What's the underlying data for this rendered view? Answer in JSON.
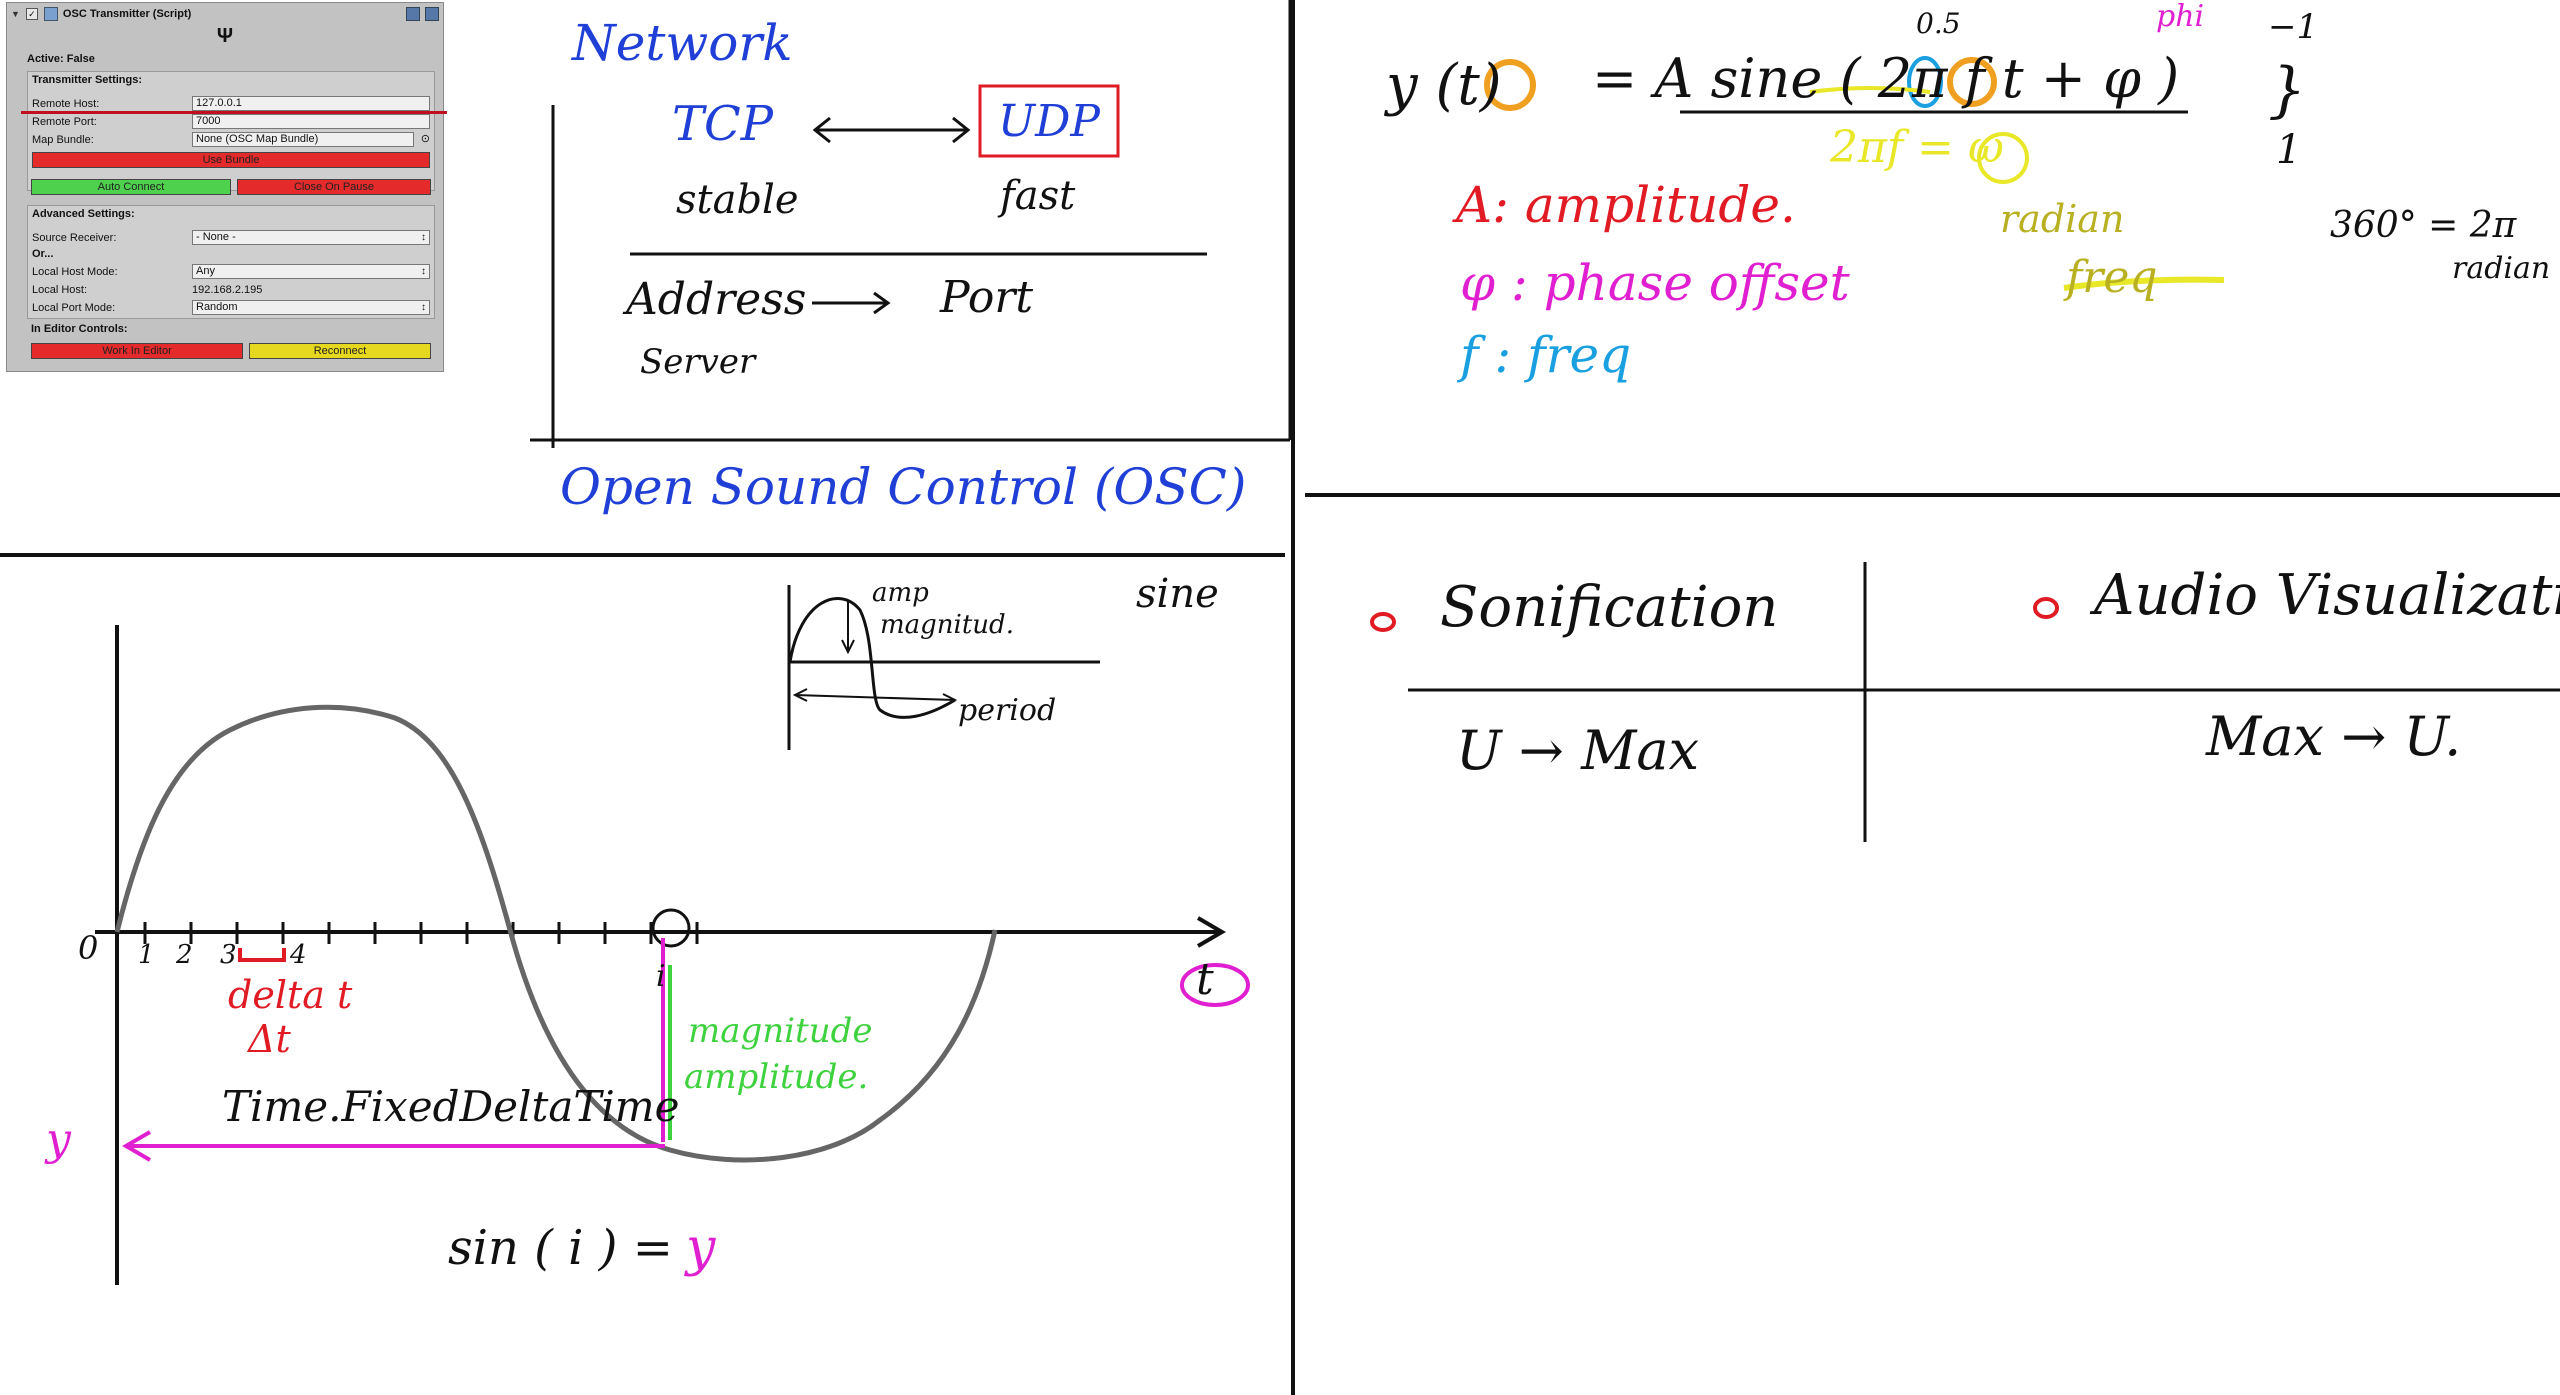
{
  "inspector": {
    "title": "OSC Transmitter (Script)",
    "active": "Active: False",
    "transmitter_settings": "Transmitter Settings:",
    "remote_host_label": "Remote Host:",
    "remote_host_value": "127.0.0.1",
    "remote_port_label": "Remote Port:",
    "remote_port_value": "7000",
    "map_bundle_label": "Map Bundle:",
    "map_bundle_value": "None (OSC Map Bundle)",
    "use_bundle": "Use Bundle",
    "auto_connect": "Auto Connect",
    "close_on_pause": "Close On Pause",
    "advanced_settings": "Advanced Settings:",
    "source_receiver_label": "Source Receiver:",
    "source_receiver_value": "- None -",
    "or_label": "Or...",
    "local_host_mode_label": "Local Host Mode:",
    "local_host_mode_value": "Any",
    "local_host_label": "Local Host:",
    "local_host_value": "192.168.2.195",
    "local_port_mode_label": "Local Port Mode:",
    "local_port_mode_value": "Random",
    "in_editor_controls": "In Editor Controls:",
    "work_in_editor": "Work In Editor",
    "reconnect": "Reconnect"
  },
  "network": {
    "title": "Network",
    "tcp": "TCP",
    "udp": "UDP",
    "stable": "stable",
    "fast": "fast",
    "address": "Address",
    "port": "Port",
    "server": "Server",
    "osc": "Open Sound Control (OSC)"
  },
  "formula": {
    "y_t": "y (t)",
    "eq": "= A sine ( 2π f t + φ )",
    "half": "0.5",
    "phi_word": "phi",
    "omega": "2πf = ω",
    "neg_one": "−1",
    "one": "1",
    "a_def": "A: amplitude.",
    "phi_def": "φ : phase offset",
    "f_def": "f : freq",
    "radian": "radian",
    "freq": "freq",
    "deg": "360° = 2π",
    "radian2": "radian"
  },
  "wave": {
    "sine": "sine",
    "amp": "amp",
    "magnitude_small": "magnitud.",
    "period": "period",
    "zero": "0",
    "ticks": [
      "1",
      "2",
      "3",
      "4"
    ],
    "delta_t": "delta t",
    "delta_sym": "Δt",
    "t_label": "t",
    "i_label": "i",
    "magnitude": "magnitude",
    "amplitude": "amplitude.",
    "y_label": "y",
    "time_fdt": "Time.FixedDeltaTime",
    "sin_eq_1": "sin ( i ) =",
    "sin_eq_2": "y"
  },
  "sonification": {
    "left_title": "Sonification",
    "right_title": "Audio Visualization",
    "left_map": "U → Max",
    "right_map": "Max → U."
  },
  "colors": {
    "blue": "#1f3fd6",
    "red": "#e01b24",
    "magenta": "#e020d0",
    "green": "#3fd23f",
    "yellow": "#e8e829",
    "olive": "#b8b020",
    "orange": "#f0a020",
    "cyan": "#1aa0e0",
    "black": "#111111",
    "gray": "#666666"
  }
}
